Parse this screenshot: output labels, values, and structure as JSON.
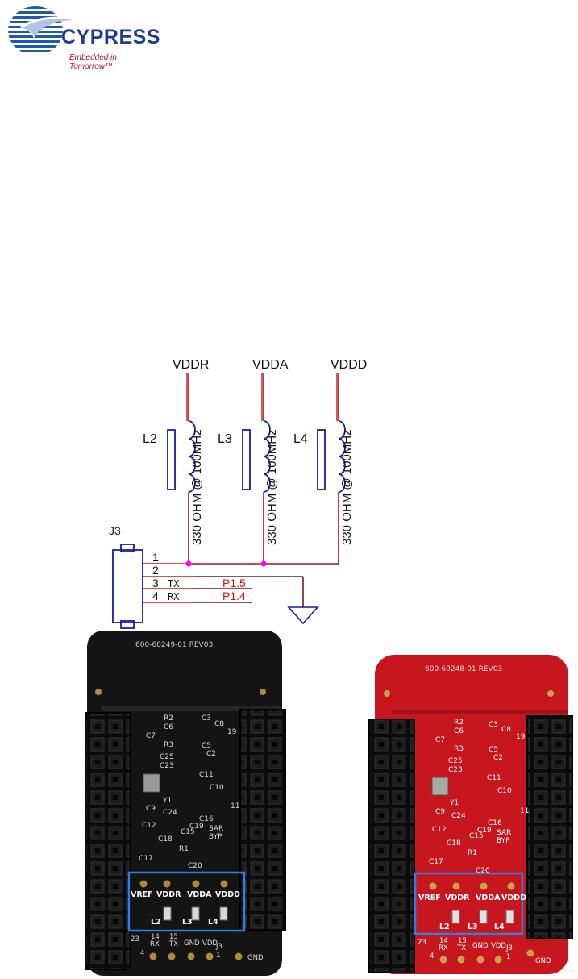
{
  "logo": {
    "brand": "CYPRESS",
    "tagline": "Embedded in Tomorrow™"
  },
  "schematic": {
    "rails": [
      "VDDR",
      "VDDA",
      "VDDD"
    ],
    "inductors": [
      {
        "ref": "L2",
        "value": "330 OHM @ 100MHz"
      },
      {
        "ref": "L3",
        "value": "330 OHM @ 100MHz"
      },
      {
        "ref": "L4",
        "value": "330 OHM @ 100MHz"
      }
    ],
    "connector": "J3",
    "pins": [
      "1",
      "2",
      "3",
      "4"
    ],
    "pin_signals": [
      "TX",
      "RX"
    ],
    "nets": [
      "P1.5",
      "P1.4"
    ]
  },
  "boards": [
    {
      "name": "600-60249-01 REV03",
      "color": "#141414",
      "silk": [
        "R2",
        "C6",
        "C7",
        "R3",
        "C25",
        "C23",
        "C3",
        "C8",
        "C5",
        "C2",
        "C11",
        "C10",
        "Y1",
        "C9",
        "C24",
        "C12",
        "C16",
        "C19",
        "C15",
        "SAR",
        "BYP",
        "C18",
        "R1",
        "C17",
        "C20",
        "11",
        "19"
      ],
      "power_labels": [
        "VREF",
        "VDDR",
        "VDDA",
        "VDDD"
      ],
      "inductor_labels": [
        "L2",
        "L3",
        "L4"
      ],
      "bottom_labels": [
        "23",
        "14",
        "15",
        "RX",
        "TX",
        "GND",
        "VDD",
        "J3",
        "4",
        "1",
        "GND"
      ]
    },
    {
      "name": "600-60248-01 REV03",
      "color": "#c8161e",
      "silk": [
        "R2",
        "C6",
        "C7",
        "R3",
        "C25",
        "C23",
        "C3",
        "C8",
        "C5",
        "C2",
        "C11",
        "C10",
        "Y1",
        "C9",
        "C24",
        "C12",
        "C16",
        "C19",
        "C15",
        "SAR",
        "BYP",
        "C18",
        "R1",
        "C17",
        "C20",
        "11",
        "19"
      ],
      "power_labels": [
        "VREF",
        "VDDR",
        "VDDA",
        "VDDD"
      ],
      "inductor_labels": [
        "L2",
        "L3",
        "L4"
      ],
      "bottom_labels": [
        "23",
        "14",
        "15",
        "RX",
        "TX",
        "GND",
        "VDD",
        "J3",
        "4",
        "1",
        "GND"
      ]
    }
  ],
  "colors": {
    "wire": "#cc1111",
    "junction": "#ff00ff",
    "symbol": "#1a1aa8",
    "highlight": "#2f7de1",
    "brand": "#1f3b8f",
    "tagline": "#b5121b"
  }
}
